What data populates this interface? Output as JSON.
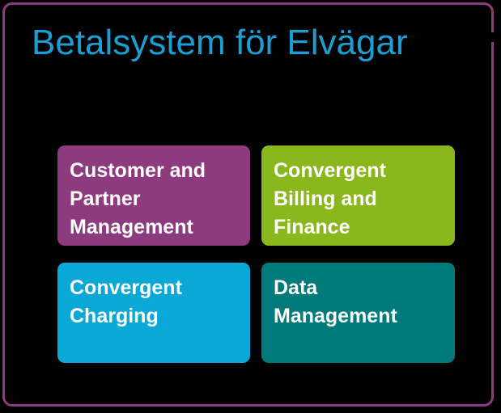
{
  "title": "Betalsystem för Elvägar",
  "colors": {
    "frame": "#8e3a7e",
    "title": "#1d9ed2",
    "background": "#000000"
  },
  "boxes": [
    {
      "label": "Customer and\nPartner\nManagement",
      "color": "#8e3a7e"
    },
    {
      "label": "Convergent\nBilling and\nFinance",
      "color": "#8ab81c"
    },
    {
      "label": "Convergent\nCharging",
      "color": "#0aa8d6"
    },
    {
      "label": "Data\nManagement",
      "color": "#007a7a"
    }
  ]
}
